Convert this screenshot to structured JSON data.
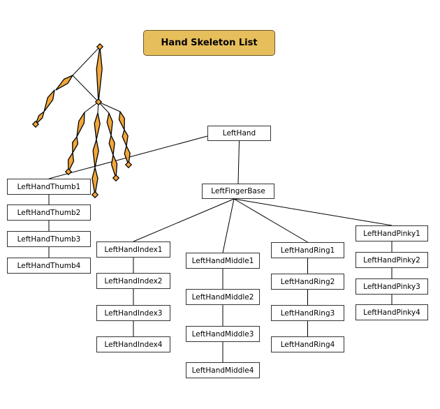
{
  "title": "Hand Skeleton List",
  "colors": {
    "title_fill": "#e6be5c",
    "bone_fill": "#f2a63a",
    "line": "#000000"
  },
  "nodes": [
    {
      "id": "hand",
      "label": "LeftHand"
    },
    {
      "id": "fingerbase",
      "label": "LeftFingerBase"
    },
    {
      "id": "thumb1",
      "label": "LeftHandThumb1"
    },
    {
      "id": "thumb2",
      "label": "LeftHandThumb2"
    },
    {
      "id": "thumb3",
      "label": "LeftHandThumb3"
    },
    {
      "id": "thumb4",
      "label": "LeftHandThumb4"
    },
    {
      "id": "index1",
      "label": "LeftHandIndex1"
    },
    {
      "id": "index2",
      "label": "LeftHandIndex2"
    },
    {
      "id": "index3",
      "label": "LeftHandIndex3"
    },
    {
      "id": "index4",
      "label": "LeftHandIndex4"
    },
    {
      "id": "middle1",
      "label": "LeftHandMiddle1"
    },
    {
      "id": "middle2",
      "label": "LeftHandMiddle2"
    },
    {
      "id": "middle3",
      "label": "LeftHandMiddle3"
    },
    {
      "id": "middle4",
      "label": "LeftHandMiddle4"
    },
    {
      "id": "ring1",
      "label": "LeftHandRing1"
    },
    {
      "id": "ring2",
      "label": "LeftHandRing2"
    },
    {
      "id": "ring3",
      "label": "LeftHandRing3"
    },
    {
      "id": "ring4",
      "label": "LeftHandRing4"
    },
    {
      "id": "pinky1",
      "label": "LeftHandPinky1"
    },
    {
      "id": "pinky2",
      "label": "LeftHandPinky2"
    },
    {
      "id": "pinky3",
      "label": "LeftHandPinky3"
    },
    {
      "id": "pinky4",
      "label": "LeftHandPinky4"
    }
  ],
  "edges": [
    [
      "hand",
      "thumb1"
    ],
    [
      "hand",
      "fingerbase"
    ],
    [
      "thumb1",
      "thumb2"
    ],
    [
      "thumb2",
      "thumb3"
    ],
    [
      "thumb3",
      "thumb4"
    ],
    [
      "fingerbase",
      "index1"
    ],
    [
      "fingerbase",
      "middle1"
    ],
    [
      "fingerbase",
      "ring1"
    ],
    [
      "fingerbase",
      "pinky1"
    ],
    [
      "index1",
      "index2"
    ],
    [
      "index2",
      "index3"
    ],
    [
      "index3",
      "index4"
    ],
    [
      "middle1",
      "middle2"
    ],
    [
      "middle2",
      "middle3"
    ],
    [
      "middle3",
      "middle4"
    ],
    [
      "ring1",
      "ring2"
    ],
    [
      "ring2",
      "ring3"
    ],
    [
      "ring3",
      "ring4"
    ],
    [
      "pinky1",
      "pinky2"
    ],
    [
      "pinky2",
      "pinky3"
    ],
    [
      "pinky3",
      "pinky4"
    ]
  ]
}
